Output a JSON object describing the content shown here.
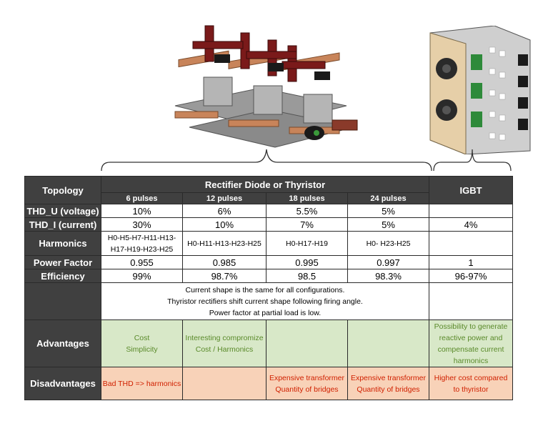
{
  "table": {
    "corner_label": "Topology",
    "group_label": "Rectifier Diode or Thyristor",
    "igbt_label": "IGBT",
    "pulse_labels": [
      "6 pulses",
      "12 pulses",
      "18 pulses",
      "24 pulses"
    ],
    "rows": [
      {
        "label": "THD_U (voltage)",
        "values": [
          "10%",
          "6%",
          "5.5%",
          "5%"
        ],
        "igbt": ""
      },
      {
        "label": "THD_I (current)",
        "values": [
          "30%",
          "10%",
          "7%",
          "5%"
        ],
        "igbt": "4%"
      },
      {
        "label": "Harmonics",
        "values": [
          "H0-H5-H7-H11-H13-H17-H19-H23-H25",
          "H0-H11-H13-H23-H25",
          "H0-H17-H19",
          "H0- H23-H25"
        ],
        "igbt": ""
      },
      {
        "label": "Power Factor",
        "values": [
          "0.955",
          "0.985",
          "0.995",
          "0.997"
        ],
        "igbt": "1"
      },
      {
        "label": "Efficiency",
        "values": [
          "99%",
          "98.7%",
          "98.5",
          "98.3%"
        ],
        "igbt": "96-97%"
      }
    ],
    "notes": [
      "Current shape is the same for all configurations.",
      "Thyristor rectifiers shift current shape following firing angle.",
      "Power factor at partial load is low."
    ],
    "advantages": {
      "label": "Advantages",
      "cells": [
        [
          "Cost",
          "Simplicity"
        ],
        [
          "Interesting compromize",
          "Cost / Harmonics"
        ],
        [],
        [],
        [
          "Possibility to generate",
          "reactive power and",
          "compensate current",
          "harmonics"
        ]
      ]
    },
    "disadvantages": {
      "label": "Disadvantages",
      "cells": [
        [
          "Bad THD => harmonics"
        ],
        [],
        [
          "Expensive transformer",
          "Quantity of bridges"
        ],
        [
          "Expensive transformer",
          "Quantity of bridges"
        ],
        [
          "Higher cost compared",
          "to thyristor"
        ]
      ]
    },
    "colors": {
      "header_bg": "#404040",
      "advantage_bg": "#d8e8c8",
      "advantage_text": "#5a8a2a",
      "disadvantage_bg": "#f8d2b8",
      "disadvantage_text": "#d02000"
    }
  }
}
